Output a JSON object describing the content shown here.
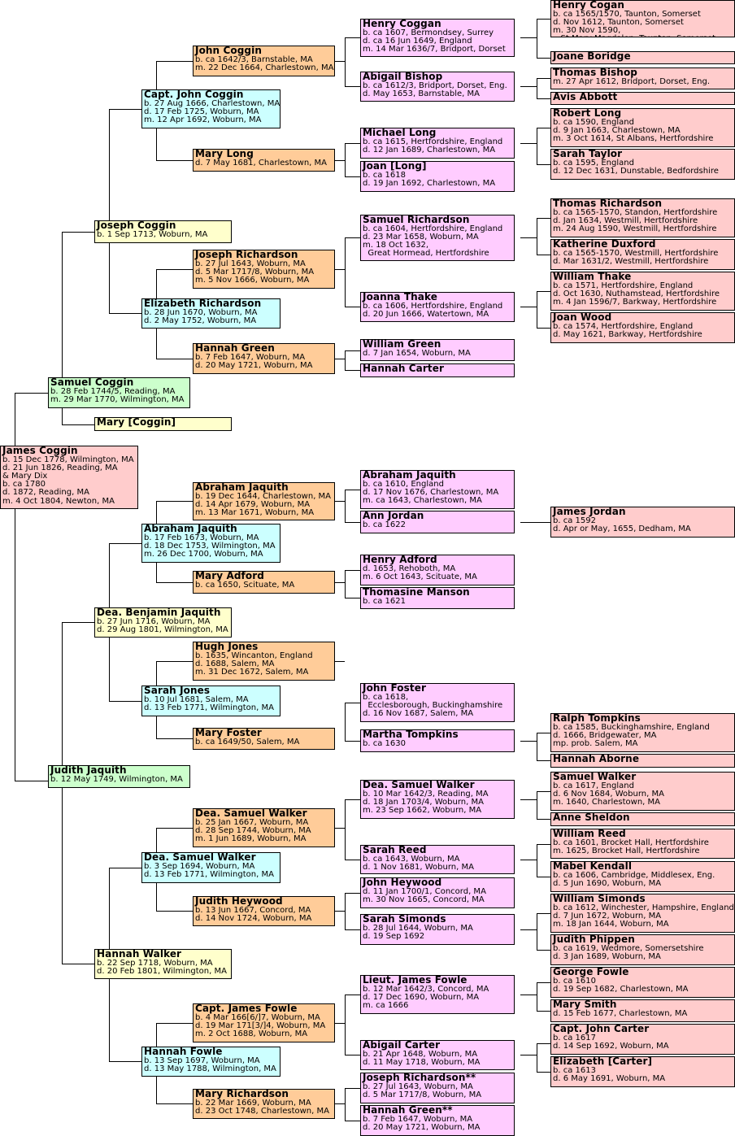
{
  "people": [
    {
      "name": "Henry Cogan",
      "lines": [
        "b. ca 1565/1570, Taunton, Somerset",
        "d. Nov 1612, Taunton, Somerset",
        "m. 30 Nov 1590,",
        "   St Mary Magdalen, Taunton, Somerset"
      ]
    },
    {
      "name": "Joane Boridge",
      "lines": []
    },
    {
      "name": "Henry Coggan",
      "lines": [
        "b. ca 1607, Bermondsey, Surrey",
        "d. ca 16 Jun 1649, England",
        "m. 14 Mar 1636/7, Bridport, Dorset"
      ]
    },
    {
      "name": "John Coggin",
      "lines": [
        "b. ca 1642/3, Barnstable, MA",
        "m. 22 Dec 1664, Charlestown, MA"
      ]
    },
    {
      "name": "Thomas Bishop",
      "lines": [
        "m. 27 Apr 1612, Bridport, Dorset, Eng."
      ]
    },
    {
      "name": "Abigail Bishop",
      "lines": [
        "b. ca 1612/3, Bridport, Dorset, Eng.",
        "d. May 1653, Barnstable, MA"
      ]
    },
    {
      "name": "Capt. John Coggin",
      "lines": [
        "b. 27 Aug 1666, Charlestown, MA",
        "d. 17 Feb 1725, Woburn, MA",
        "m. 12 Apr 1692, Woburn, MA"
      ]
    },
    {
      "name": "Avis Abbott",
      "lines": []
    },
    {
      "name": "Robert Long",
      "lines": [
        "b. ca 1590, England",
        "d. 9 Jan 1663, Charlestown, MA",
        "m. 3 Oct 1614, St Albans, Hertfordshire"
      ]
    },
    {
      "name": "Michael Long",
      "lines": [
        "b. ca 1615, Hertfordshire, England",
        "d. 12 Jan 1689, Charlestown, MA"
      ]
    },
    {
      "name": "Mary Long",
      "lines": [
        "d. 7 May 1681, Charlestown, MA"
      ]
    },
    {
      "name": "Sarah Taylor",
      "lines": [
        "b. ca 1595, England",
        "d. 12 Dec 1631, Dunstable, Bedfordshire"
      ]
    },
    {
      "name": "Joan [Long]",
      "lines": [
        "b. ca 1618",
        "d. 19 Jan 1692, Charlestown, MA"
      ]
    },
    {
      "name": "Thomas Richardson",
      "lines": [
        "b. ca 1565-1570, Standon, Hertfordshire",
        "d. Jan 1634, Westmill, Hertfordshire",
        "m. 24 Aug 1590, Westmill, Hertfordshire"
      ]
    },
    {
      "name": "Samuel Richardson",
      "lines": [
        "b. ca 1604, Hertfordshire, England",
        "d. 23 Mar 1658, Woburn, MA",
        "m. 18 Oct 1632,",
        "  Great Hormead, Hertfordshire"
      ]
    },
    {
      "name": "Joseph Coggin",
      "lines": [
        "b. 1 Sep 1713, Woburn, MA"
      ]
    },
    {
      "name": "Katherine Duxford",
      "lines": [
        "b. ca 1565-1570, Westmill, Hertfordshire",
        "d. Mar 1631/2, Westmill, Hertfordshire"
      ]
    },
    {
      "name": "Joseph Richardson",
      "lines": [
        "b. 27 Jul 1643, Woburn, MA",
        "d. 5 Mar 1717/8, Woburn, MA",
        "m. 5 Nov 1666, Woburn, MA"
      ]
    },
    {
      "name": "William Thake",
      "lines": [
        "b. ca 1571, Hertfordshire, England",
        "d. Oct 1630, Nuthamstead, Hertfordshire",
        "m. 4 Jan 1596/7, Barkway, Hertfordshire"
      ]
    },
    {
      "name": "Joanna Thake",
      "lines": [
        "b. ca 1606, Hertfordshire, England",
        "d. 20 Jun 1666, Watertown, MA"
      ]
    },
    {
      "name": "Elizabeth Richardson",
      "lines": [
        "b. 28 Jun 1670, Woburn, MA",
        "d. 2 May 1752, Woburn, MA"
      ]
    },
    {
      "name": "Joan Wood",
      "lines": [
        "b. ca 1574, Hertfordshire, England",
        "d. May 1621, Barkway, Hertfordshire"
      ]
    },
    {
      "name": "William Green",
      "lines": [
        "d. 7 Jan 1654, Woburn, MA"
      ]
    },
    {
      "name": "Hannah Green",
      "lines": [
        "b. 7 Feb 1647, Woburn, MA",
        "d. 20 May 1721, Woburn, MA"
      ]
    },
    {
      "name": "Hannah Carter",
      "lines": []
    },
    {
      "name": "Samuel Coggin",
      "lines": [
        "b. 28 Feb 1744/5, Reading, MA",
        "m. 29 Mar 1770, Wilmington, MA"
      ]
    },
    {
      "name": "Mary [Coggin]",
      "lines": []
    },
    {
      "name": "James Coggin",
      "lines": [
        "b. 15 Dec 1778, Wilmington, MA",
        "d. 21 Jun 1826, Reading, MA",
        "& Mary Dix",
        "b. ca 1780",
        "d. 1872, Reading, MA",
        "m. 4 Oct 1804, Newton, MA"
      ]
    },
    {
      "name": "Abraham Jaquith",
      "lines": [
        "b. ca 1610, England",
        "d. 17 Nov 1676, Charlestown, MA",
        "m. ca 1643, Charlestown, MA"
      ]
    },
    {
      "name": "Abraham Jaquith",
      "lines": [
        "b. 19 Dec 1644, Charlestown, MA",
        "d. 14 Apr 1679, Woburn, MA",
        "m. 13 Mar 1671, Woburn, MA"
      ]
    },
    {
      "name": "James Jordan",
      "lines": [
        "b. ca 1592",
        "d. Apr or May, 1655, Dedham, MA"
      ]
    },
    {
      "name": "Ann Jordan",
      "lines": [
        "b. ca 1622"
      ]
    },
    {
      "name": "Abraham Jaquith",
      "lines": [
        "b. 17 Feb 1673, Woburn, MA",
        "d. 18 Dec 1753, Wilmington, MA",
        "m. 26 Dec 1700, Woburn, MA"
      ]
    },
    {
      "name": "Henry Adford",
      "lines": [
        "d. 1653, Rehoboth, MA",
        "m. 6 Oct 1643, Scituate, MA"
      ]
    },
    {
      "name": "Mary Adford",
      "lines": [
        "b. ca 1650, Scituate, MA"
      ]
    },
    {
      "name": "Thomasine Manson",
      "lines": [
        "b. ca 1621"
      ]
    },
    {
      "name": "Dea. Benjamin Jaquith",
      "lines": [
        "b. 27 Jun 1716, Woburn, MA",
        "d. 29 Aug 1801, Wilmington, MA"
      ]
    },
    {
      "name": "Hugh Jones",
      "lines": [
        "b. 1635, Wincanton, England",
        "d. 1688, Salem, MA",
        "m. 31 Dec 1672, Salem, MA"
      ]
    },
    {
      "name": "John Foster",
      "lines": [
        "b. ca 1618,",
        "  Ecclesborough, Buckinghamshire",
        "d. 16 Nov 1687, Salem, MA"
      ]
    },
    {
      "name": "Sarah Jones",
      "lines": [
        "b. 10 Jul 1681, Salem, MA",
        "d. 13 Feb 1771, Wilmington, MA"
      ]
    },
    {
      "name": "Ralph Tompkins",
      "lines": [
        "b. ca 1585, Buckinghamshire, England",
        "d. 1666, Bridgewater, MA",
        "mp. prob. Salem, MA"
      ]
    },
    {
      "name": "Mary Foster",
      "lines": [
        "b. ca 1649/50, Salem, MA"
      ]
    },
    {
      "name": "Martha Tompkins",
      "lines": [
        "b. ca 1630"
      ]
    },
    {
      "name": "Hannah Aborne",
      "lines": []
    },
    {
      "name": "Judith Jaquith",
      "lines": [
        "b. 12 May 1749, Wilmington, MA"
      ]
    },
    {
      "name": "Samuel Walker",
      "lines": [
        "b. ca 1617, England",
        "d. 6 Nov 1684, Woburn, MA",
        "m. 1640, Charlestown, MA"
      ]
    },
    {
      "name": "Dea. Samuel Walker",
      "lines": [
        "b. 10 Mar 1642/3, Reading, MA",
        "d. 18 Jan 1703/4, Woburn, MA",
        "m. 23 Sep 1662, Woburn, MA"
      ]
    },
    {
      "name": "Dea. Samuel Walker",
      "lines": [
        "b. 25 Jan 1667, Woburn, MA",
        "d. 28 Sep 1744, Woburn, MA",
        "m. 1 Jun 1689, Woburn, MA"
      ]
    },
    {
      "name": "Anne Sheldon",
      "lines": []
    },
    {
      "name": "William Reed",
      "lines": [
        "b. ca 1601, Brocket Hall, Hertfordshire",
        "m. 1625, Brocket Hall, Hertfordshire"
      ]
    },
    {
      "name": "Sarah Reed",
      "lines": [
        "b. ca 1643, Woburn, MA",
        "d. 1 Nov 1681, Woburn, MA"
      ]
    },
    {
      "name": "Dea. Samuel Walker",
      "lines": [
        "b. 3 Sep 1694, Woburn, MA",
        "d. 13 Feb 1771, Wilmington, MA"
      ]
    },
    {
      "name": "Mabel Kendall",
      "lines": [
        "b. ca 1606, Cambridge, Middlesex, Eng.",
        "d. 5 Jun 1690, Woburn, MA"
      ]
    },
    {
      "name": "John Heywood",
      "lines": [
        "d. 11 Jan 1700/1, Concord, MA",
        "m. 30 Nov 1665, Concord, MA"
      ]
    },
    {
      "name": "Judith Heywood",
      "lines": [
        "b. 13 Jun 1667, Concord, MA",
        "d. 14 Nov 1724, Woburn, MA"
      ]
    },
    {
      "name": "William Simonds",
      "lines": [
        "b. ca 1612, Winchester, Hampshire, England",
        "d. 7 Jun 1672, Woburn, MA",
        "m. 18 Jan 1644, Woburn, MA"
      ]
    },
    {
      "name": "Sarah Simonds",
      "lines": [
        "b. 28 Jul 1644, Woburn, MA",
        "d. 19 Sep 1692"
      ]
    },
    {
      "name": "Judith Phippen",
      "lines": [
        "b. ca 1619, Wedmore, Somersetshire",
        "d. 3 Jan 1689, Woburn, MA"
      ]
    },
    {
      "name": "Hannah Walker",
      "lines": [
        "b. 22 Sep 1718, Woburn, MA",
        "d. 20 Feb 1801, Wilmington, MA"
      ]
    },
    {
      "name": "George Fowle",
      "lines": [
        "b. ca 1610",
        "d. 19 Sep 1682, Charlestown, MA"
      ]
    },
    {
      "name": "Lieut. James Fowle",
      "lines": [
        "b. 12 Mar 1642/3, Concord, MA",
        "d. 17 Dec 1690, Woburn, MA",
        "m. ca 1666"
      ]
    },
    {
      "name": "Capt. James Fowle",
      "lines": [
        "b. 4 Mar 166[6/]7, Woburn, MA",
        "d. 19 Mar 171[3/]4, Woburn, MA",
        "m. 2 Oct 1688, Woburn, MA"
      ]
    },
    {
      "name": "Mary Smith",
      "lines": [
        "d. 15 Feb 1677, Charlestown, MA"
      ]
    },
    {
      "name": "Capt. John Carter",
      "lines": [
        "b. ca 1617",
        "d. 14 Sep 1692, Woburn, MA"
      ]
    },
    {
      "name": "Abigail Carter",
      "lines": [
        "b. 21 Apr 1648, Woburn, MA",
        "d. 11 May 1718, Woburn, MA"
      ]
    },
    {
      "name": "Hannah Fowle",
      "lines": [
        "b. 13 Sep 1697, Woburn, MA",
        "d. 13 May 1788, Wilmington, MA"
      ]
    },
    {
      "name": "Elizabeth [Carter]",
      "lines": [
        "b. ca 1613",
        "d. 6 May 1691, Woburn, MA"
      ]
    },
    {
      "name": "Joseph Richardson**",
      "lines": [
        "b. 27 Jul 1643, Woburn, MA",
        "d. 5 Mar 1717/8, Woburn, MA"
      ]
    },
    {
      "name": "Mary Richardson",
      "lines": [
        "b. 22 Mar 1669, Woburn, MA",
        "d. 23 Oct 1748, Charlestown, MA"
      ]
    },
    {
      "name": "Hannah Green**",
      "lines": [
        "b. 7 Feb 1647, Woburn, MA",
        "d. 20 May 1721, Woburn, MA"
      ]
    }
  ]
}
